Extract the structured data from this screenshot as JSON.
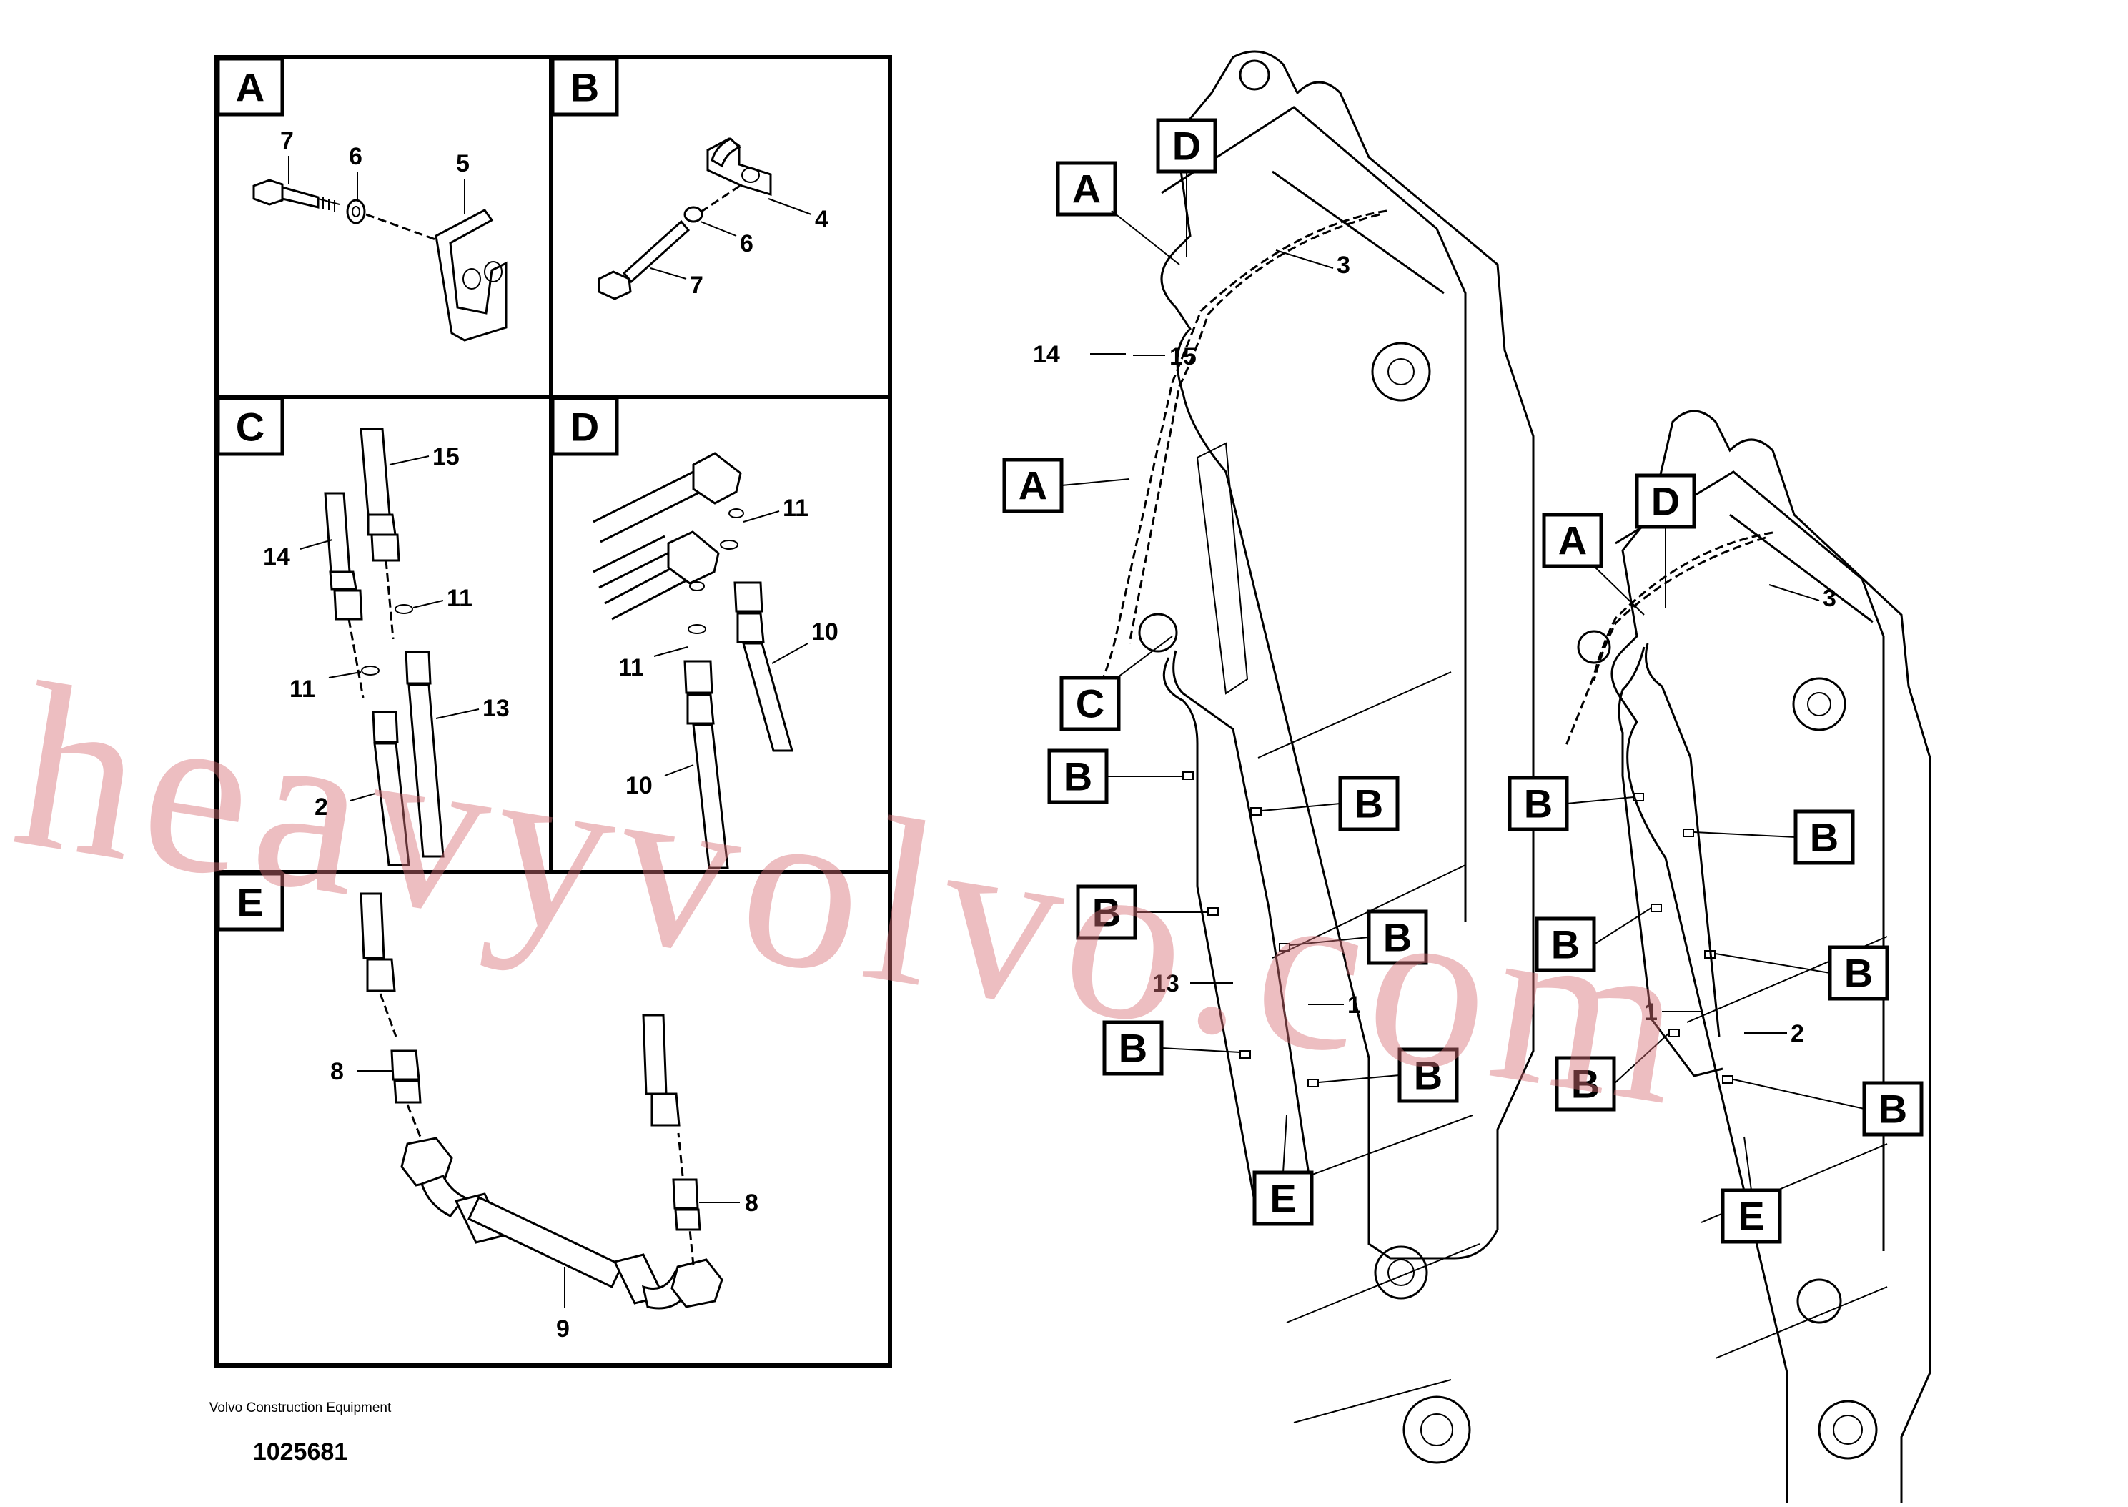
{
  "panels": [
    {
      "id": "A",
      "label": "A"
    },
    {
      "id": "B",
      "label": "B"
    },
    {
      "id": "C",
      "label": "C"
    },
    {
      "id": "D",
      "label": "D"
    },
    {
      "id": "E",
      "label": "E"
    }
  ],
  "detail_callouts": {
    "A": [
      "7",
      "6",
      "5"
    ],
    "B": [
      "4",
      "6",
      "7"
    ],
    "C": [
      "15",
      "14",
      "11",
      "11",
      "13",
      "2"
    ],
    "D": [
      "11",
      "10",
      "11",
      "10"
    ],
    "E": [
      "8",
      "8",
      "9"
    ]
  },
  "boom_left": {
    "boxes": [
      "A",
      "D",
      "A",
      "C",
      "B",
      "B",
      "B",
      "B",
      "B",
      "B",
      "E"
    ],
    "callouts": [
      "3",
      "14",
      "15",
      "13",
      "1"
    ]
  },
  "boom_right": {
    "boxes": [
      "A",
      "D",
      "B",
      "B",
      "B",
      "B",
      "B",
      "B",
      "E"
    ],
    "callouts": [
      "3",
      "1",
      "2"
    ]
  },
  "footer": {
    "company": "Volvo Construction Equipment",
    "number": "1025681"
  },
  "watermark": "heavyvolvo.com",
  "colors": {
    "line": "#000000",
    "watermark": "#d66e76"
  }
}
